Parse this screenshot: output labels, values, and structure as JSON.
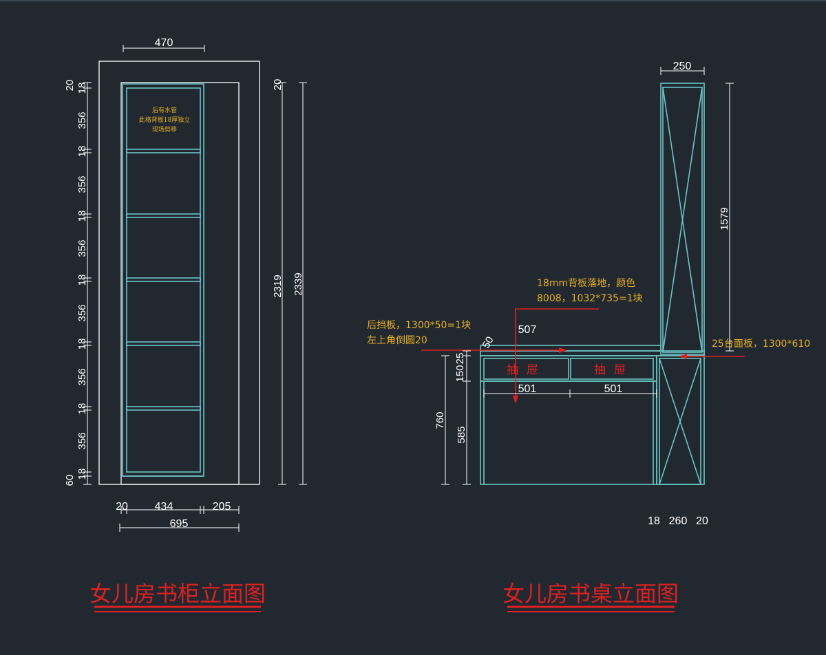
{
  "left_view": {
    "title": "女儿房书柜立面图",
    "note_lines": [
      "后有水管",
      "此格背板18厚独立",
      "现场剪移"
    ],
    "dims": {
      "top_width": "470",
      "shelf_gap": "356",
      "board": "18",
      "top_margin": "20",
      "bottom_plinth": "60",
      "inner_height": "2319",
      "total_height": "2339",
      "right_top_margin": "20",
      "bottom_left": "20",
      "bottom_inner": "434",
      "bottom_right": "205",
      "bottom_total": "695"
    }
  },
  "right_view": {
    "title": "女儿房书桌立面图",
    "drawer_label": "抽屉",
    "notes": {
      "back_panel": [
        "18mm背板落地，颜色",
        "8008，1032*735=1块"
      ],
      "backsplash": [
        "后挡板，1300*50=1块",
        "左上角倒圆20"
      ],
      "countertop": "25台面板，1300*610"
    },
    "dims": {
      "tower_width": "250",
      "tower_height": "1579",
      "backsplash_w": "507",
      "backsplash_h": "50",
      "drawer_w1": "501",
      "drawer_w2": "501",
      "desk_h": "760",
      "leg_h": "585",
      "drawer_h": "150",
      "top_thk": "25",
      "bottom_a": "18",
      "bottom_b": "260",
      "bottom_c": "20"
    }
  }
}
